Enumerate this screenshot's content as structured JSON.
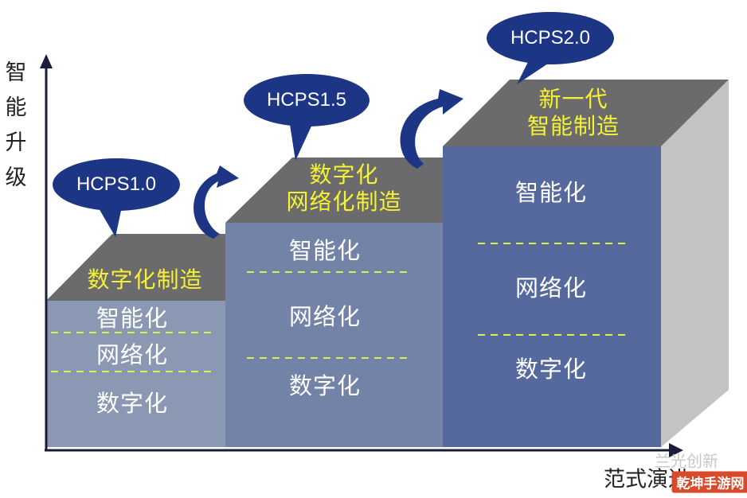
{
  "y_axis_label": [
    "智",
    "能",
    "升",
    "级"
  ],
  "x_axis_label": "范式演进",
  "steps": [
    {
      "version": "HCPS1.0",
      "top_label": [
        "数字化制造"
      ],
      "layers": [
        "智能化",
        "网络化",
        "数字化"
      ]
    },
    {
      "version": "HCPS1.5",
      "top_label": [
        "数字化",
        "网络化制造"
      ],
      "layers": [
        "智能化",
        "网络化",
        "数字化"
      ]
    },
    {
      "version": "HCPS2.0",
      "top_label": [
        "新一代",
        "智能制造"
      ],
      "layers": [
        "智能化",
        "网络化",
        "数字化"
      ]
    }
  ],
  "watermark": {
    "account": "兰光创新",
    "site": "乾坤手游网"
  },
  "colors": {
    "step1_front": "#8b98b3",
    "step2_front": "#7383a7",
    "step3_front": "#55699e",
    "top_face": "#6e6e70",
    "side_face": "#c2c2c4",
    "bubble": "#1d3585",
    "label_yellow": "#f5f233",
    "divider": "#d9ef5a"
  }
}
